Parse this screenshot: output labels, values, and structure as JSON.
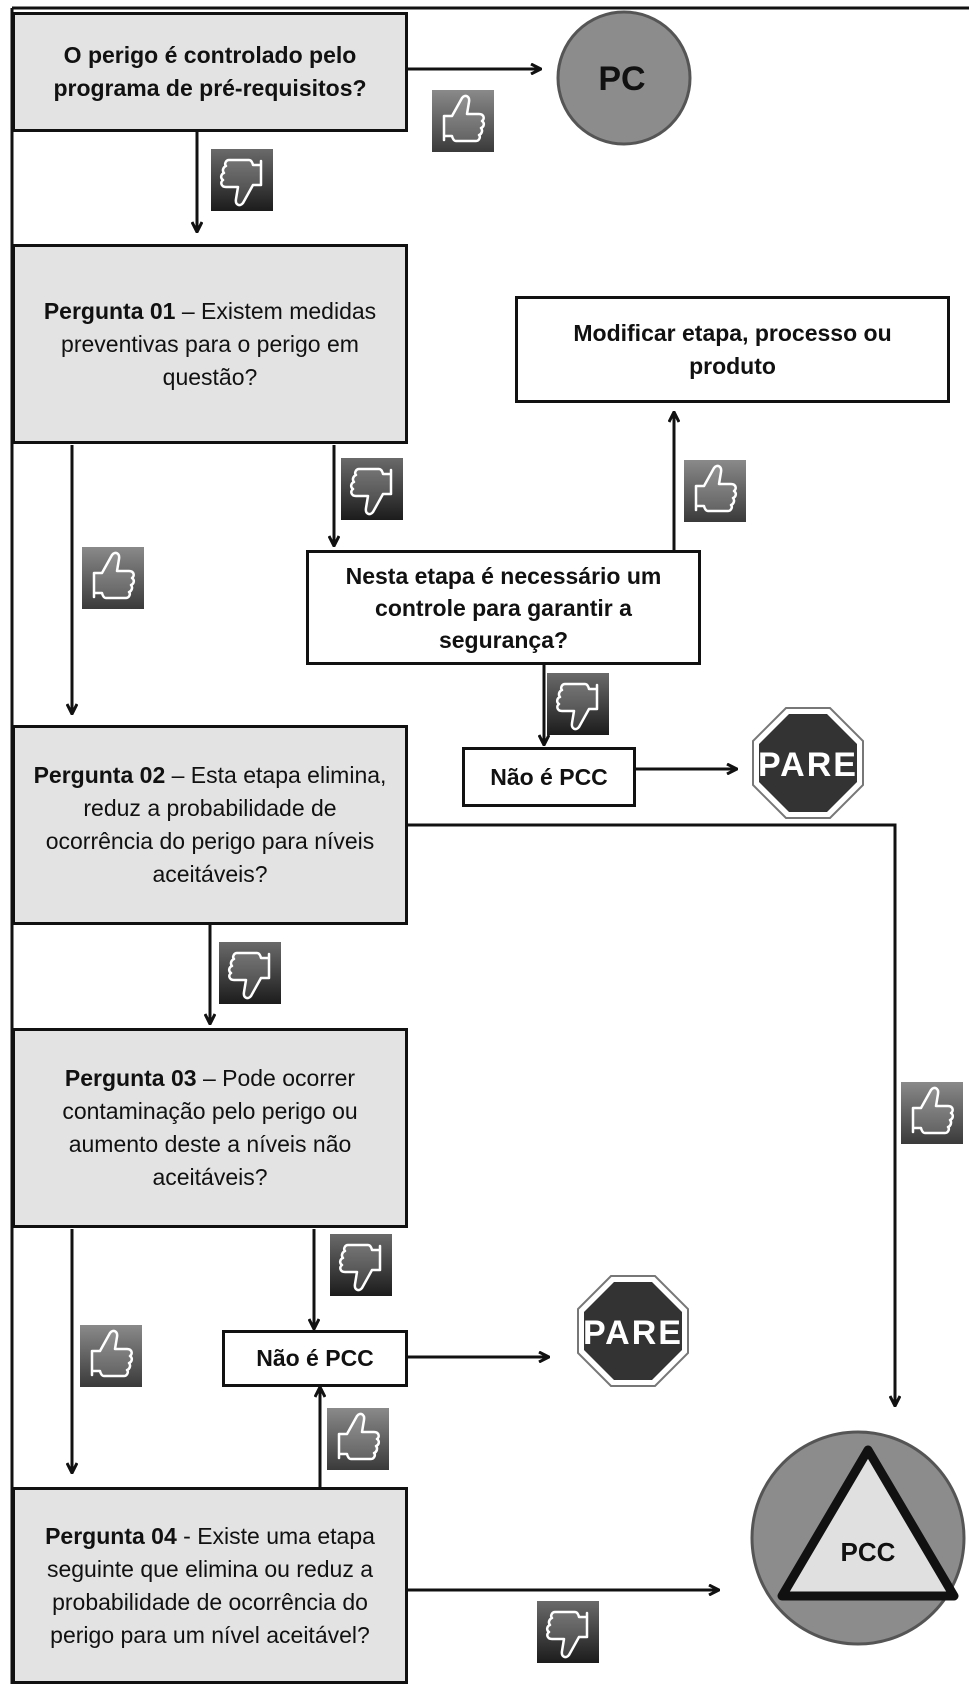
{
  "nodes": {
    "q0": "O perigo é controlado pelo programa de pré-requisitos?",
    "pc": "PC",
    "q1": {
      "label": "Pergunta 01",
      "text": " – Existem medidas preventivas para o perigo em questão?"
    },
    "modify": "Modificar etapa, processo ou produto",
    "control": "Nesta etapa é necessário um controle para garantir a segurança?",
    "not_pcc_1": "Não é PCC",
    "stop_1": "PARE",
    "q2": {
      "label": "Pergunta 02",
      "text": " – Esta etapa elimina, reduz a probabilidade de ocorrência do perigo para níveis aceitáveis?"
    },
    "q3": {
      "label": "Pergunta 03",
      "text": " – Pode ocorrer contaminação pelo perigo ou aumento deste a níveis não aceitáveis?"
    },
    "not_pcc_2": "Não é PCC",
    "stop_2": "PARE",
    "q4": {
      "label": "Pergunta 04",
      "text": " - Existe uma etapa seguinte que elimina ou reduz a probabilidade de ocorrência do perigo para um nível aceitável?"
    },
    "pcc": "PCC"
  },
  "answers": {
    "yes": "thumbs-up",
    "no": "thumbs-down"
  },
  "colors": {
    "question_fill": "#e3e3e3",
    "pc_fill": "#8c8c8c",
    "stop_fill": "#333333",
    "icon_bg": "#3a3a3a"
  }
}
